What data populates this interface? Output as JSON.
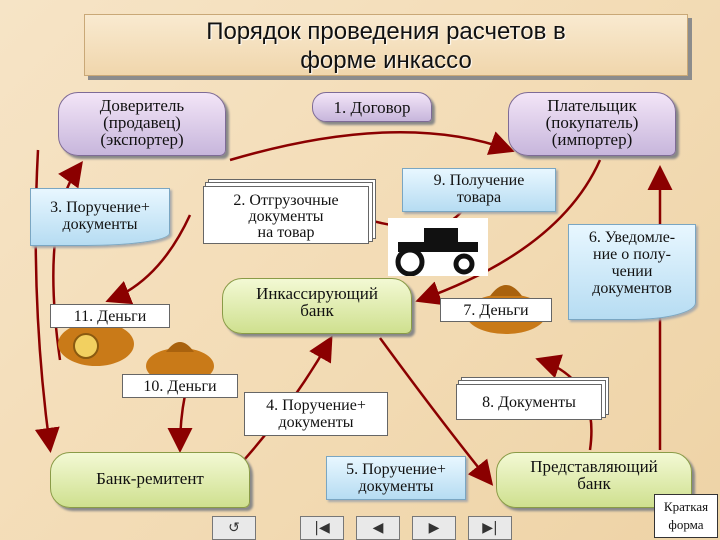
{
  "title": {
    "line1": "Порядок проведения расчетов в",
    "line2": "форме инкассо"
  },
  "nodes": {
    "trustor": [
      "Доверитель",
      "(продавец)",
      "(экспортер)"
    ],
    "payer": [
      "Плательщик",
      "(покупатель)",
      "(импортер)"
    ],
    "collecting_bank": [
      "Инкассирующий",
      "банк"
    ],
    "remitting_bank": "Банк-ремитент",
    "presenting_bank": [
      "Представляющий",
      "банк"
    ]
  },
  "steps": {
    "s1": "1. Договор",
    "s2": [
      "2. Отгрузочные",
      "документы",
      "на товар"
    ],
    "s3": [
      "3. Поручение+",
      "документы"
    ],
    "s4": [
      "4. Поручение+",
      "документы"
    ],
    "s5": [
      "5. Поручение+",
      "документы"
    ],
    "s6": [
      "6. Уведомле-",
      "ние о полу-",
      "чении",
      "документов"
    ],
    "s7": "7. Деньги",
    "s8": "8. Документы",
    "s9": [
      "9. Получение",
      "товара"
    ],
    "s10": "10. Деньги",
    "s11": "11. Деньги"
  },
  "brief_button": [
    "Краткая",
    "форма"
  ],
  "colors": {
    "arrow": "#8b0000",
    "oval_top": "#f3e5f7",
    "note_blue": "#b6dcf2"
  },
  "icons": [
    "money-bag-icon",
    "tractor-icon",
    "return-icon",
    "first-slide-icon",
    "prev-slide-icon",
    "next-slide-icon",
    "last-slide-icon"
  ]
}
